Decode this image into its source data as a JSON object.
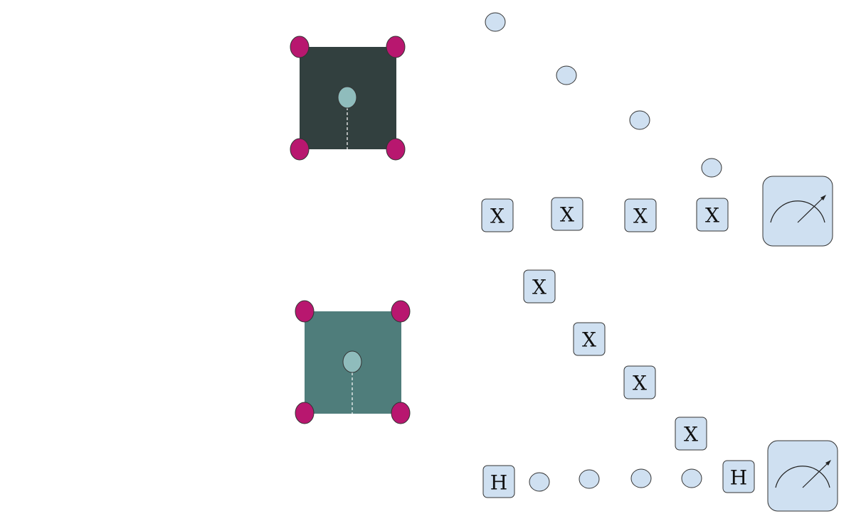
{
  "colors": {
    "background": "#ffffff",
    "plaquette_top": "#32403f",
    "plaquette_bottom": "#4f7d7b",
    "data_qubit": "#b8176f",
    "ancilla_center": "#8fbcbc",
    "node_light": "#cfe0f1",
    "gate_fill": "#cfe0f1",
    "stroke": "#333333"
  },
  "stabilizer_top": {
    "center_icon": "ancilla-qubit-icon",
    "corner_icon": "data-qubit-icon"
  },
  "stabilizer_bottom": {
    "center_icon": "ancilla-qubit-icon",
    "corner_icon": "data-qubit-icon"
  },
  "circuit_top": {
    "gates": [
      "X",
      "X",
      "X",
      "X"
    ],
    "measure_icon": "measurement-meter-icon"
  },
  "circuit_bottom": {
    "h_start": "H",
    "gates": [
      "X",
      "X",
      "X",
      "X"
    ],
    "h_end": "H",
    "measure_icon": "measurement-meter-icon"
  }
}
